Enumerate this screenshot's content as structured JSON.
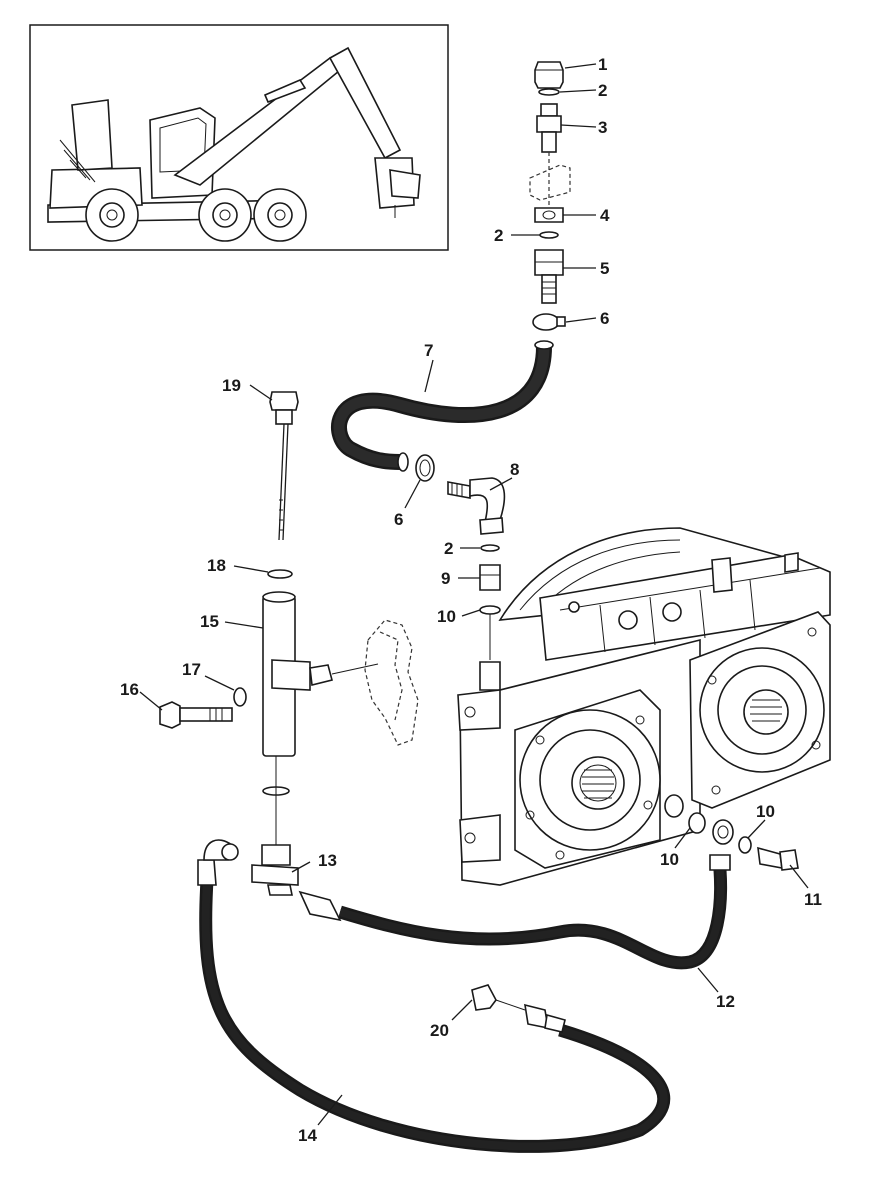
{
  "callouts": {
    "c1": "1",
    "c2a": "2",
    "c3": "3",
    "c4": "4",
    "c2b": "2",
    "c5": "5",
    "c6a": "6",
    "c7": "7",
    "c19": "19",
    "c8": "8",
    "c6b": "6",
    "c2c": "2",
    "c9": "9",
    "c10a": "10",
    "c18": "18",
    "c15": "15",
    "c17": "17",
    "c16": "16",
    "c10b": "10",
    "c10c": "10",
    "c11": "11",
    "c13": "13",
    "c12": "12",
    "c20": "20",
    "c14": "14"
  },
  "inset": {
    "subject": "forestry harvester machine overview"
  }
}
